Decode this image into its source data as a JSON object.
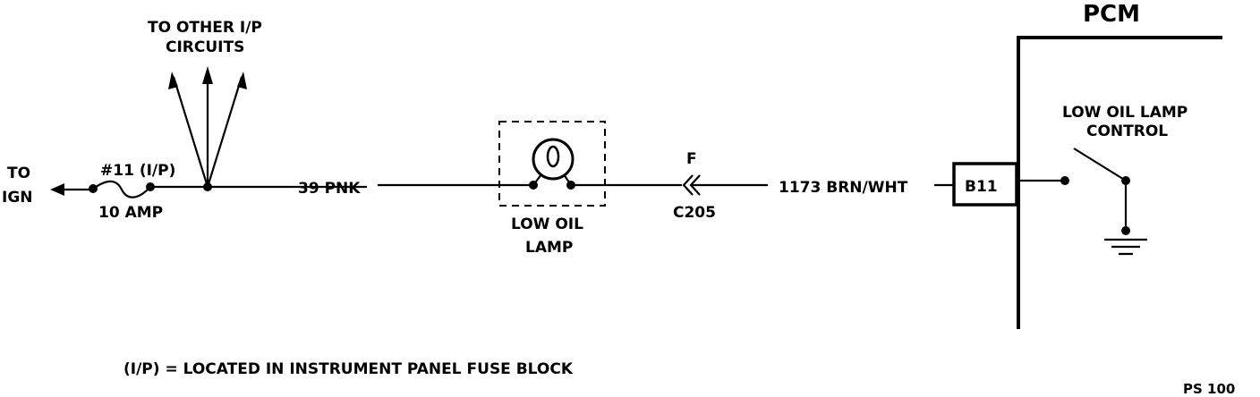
{
  "pcm": {
    "title": "PCM"
  },
  "ign": {
    "line1": "TO",
    "line2": "IGN"
  },
  "fuse": {
    "id": "#11 (I/P)",
    "rating": "10 AMP"
  },
  "other_circuits": {
    "line1": "TO OTHER I/P",
    "line2": "CIRCUITS"
  },
  "wire1": {
    "label": "39 PNK"
  },
  "lamp": {
    "line1": "LOW OIL",
    "line2": "LAMP"
  },
  "connector": {
    "pin": "F",
    "id": "C205"
  },
  "wire2": {
    "label": "1173 BRN/WHT"
  },
  "terminal": {
    "id": "B11"
  },
  "control": {
    "line1": "LOW OIL LAMP",
    "line2": "CONTROL"
  },
  "footnote": {
    "text": "(I/P) = LOCATED IN INSTRUMENT PANEL FUSE BLOCK"
  },
  "code": {
    "text": "PS 100"
  }
}
